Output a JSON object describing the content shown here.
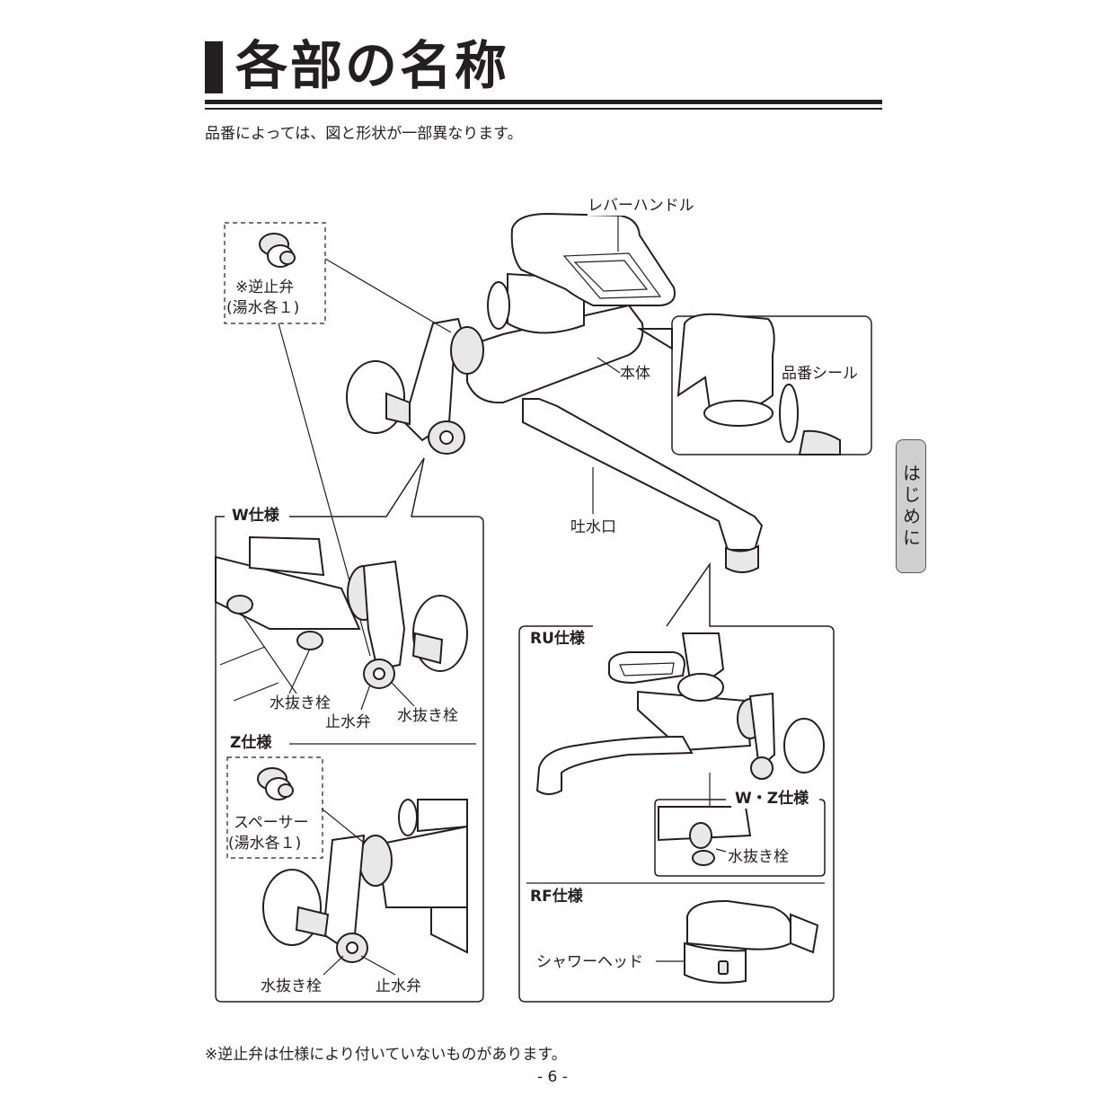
{
  "header": {
    "title": "各部の名称",
    "subtitle": "品番によっては、図と形状が一部異なります。"
  },
  "side_tab": {
    "label": "はじめに"
  },
  "main_labels": {
    "lever_handle": "レバーハンドル",
    "body": "本体",
    "model_sticker": "品番シール",
    "spout": "吐水口",
    "check_valve": "※逆止弁",
    "check_valve_note": "(湯水各１)"
  },
  "w_spec": {
    "title": "W仕様",
    "drain_plug_left": "水抜き栓",
    "stop_valve": "止水弁",
    "drain_plug_right": "水抜き栓"
  },
  "z_spec": {
    "title": "Z仕様",
    "spacer": "スペーサー",
    "spacer_note": "(湯水各１)",
    "drain_plug": "水抜き栓",
    "stop_valve": "止水弁"
  },
  "ru_spec": {
    "title": "RU仕様",
    "wz_title": "W・Z仕様",
    "drain_plug": "水抜き栓"
  },
  "rf_spec": {
    "title": "RF仕様",
    "shower_head": "シャワーヘッド"
  },
  "footer": {
    "note": "※逆止弁は仕様により付いていないものがあります。",
    "page_number": "- 6 -"
  }
}
